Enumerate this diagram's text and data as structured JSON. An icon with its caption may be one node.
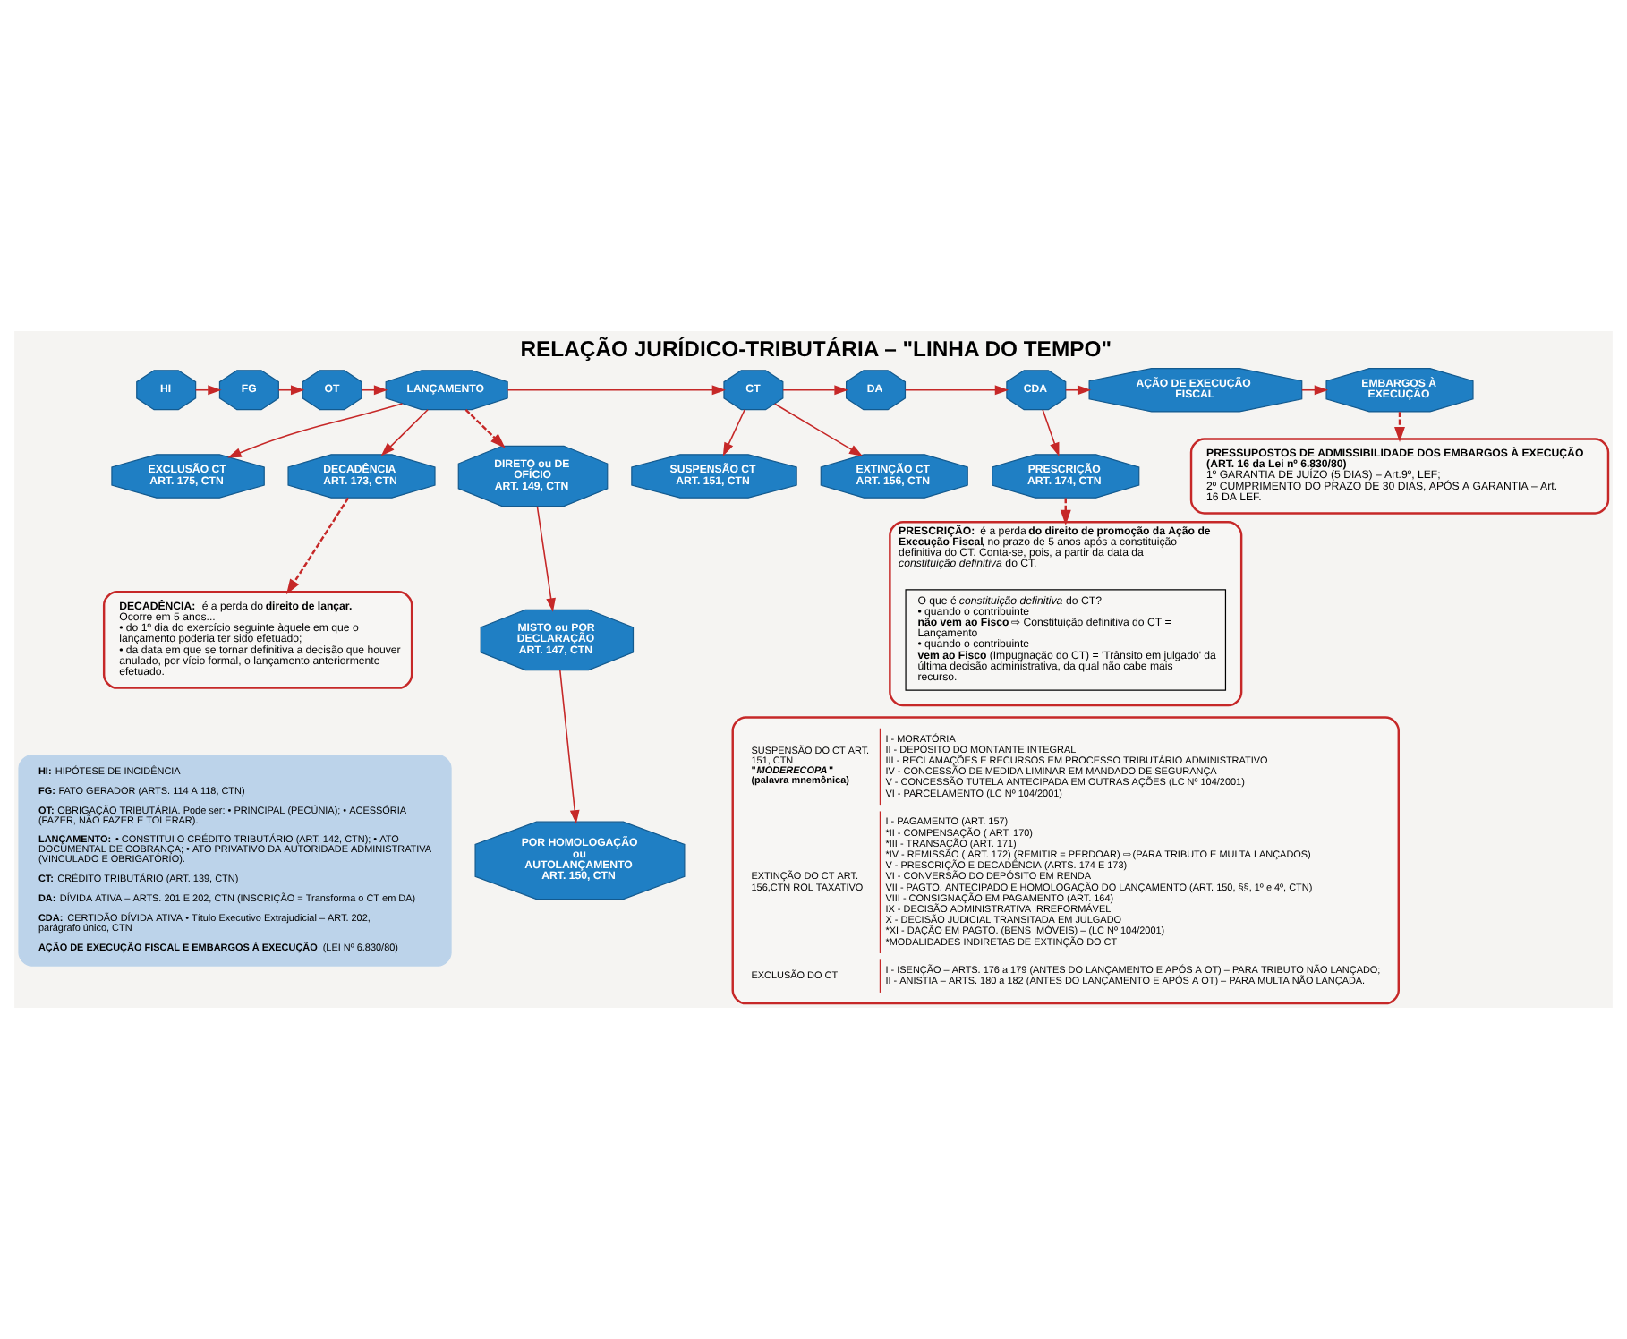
{
  "diagram": {
    "title": "RELAÇÃO JURÍDICO-TRIBUTÁRIA – \"LINHA DO TEMPO\"",
    "nodes": [
      {
        "text": [
          "HI"
        ]
      },
      {
        "text": [
          "FG"
        ]
      },
      {
        "text": [
          "OT"
        ]
      },
      {
        "text": [
          "LANÇAMENTO"
        ]
      },
      {
        "text": [
          "CT"
        ]
      },
      {
        "text": [
          "DA"
        ]
      },
      {
        "text": [
          "CDA"
        ]
      },
      {
        "text": [
          "AÇÃO DE EXECUÇÃO FISCAL"
        ]
      },
      {
        "text": [
          "EMBARGOS À EXECUÇÃO"
        ]
      },
      {
        "text": [
          "EXCLUSÃO CT",
          "ART. 175, CTN"
        ]
      },
      {
        "text": [
          "SUSPENSÃO CT",
          "ART. 151, CTN"
        ]
      },
      {
        "text": [
          "EXTINÇÃO CT",
          "ART. 156, CTN"
        ]
      },
      {
        "text": [
          "**PRESSUPOSTOS DE ADMISSIBILIDADE DOS EMBARGOS À EXECUÇÃO (ART. 16 da Lei nº 6.830/80)**",
          "1º GARANTIA DE JUÍZO (5 DIAS) – Art.9º, LEF;",
          "2º CUMPRIMENTO DO PRAZO DE 30 DIAS, APÓS A GARANTIA – Art. 16 DA LEF."
        ]
      },
      {
        "text": [
          "DECADÊNCIA",
          "ART. 173, CTN"
        ]
      },
      {
        "text": [
          "PRESCRIÇÃO",
          "ART. 174, CTN"
        ]
      },
      {
        "text": [
          "DIRETO ou DE OFÍCIO",
          "ART. 149, CTN"
        ]
      },
      {
        "text": [
          "**DECADÊNCIA:** é a perda do **direito de lançar.**",
          "Ocorre em 5 anos...",
          "• do 1º dia do exercício seguinte àquele em que o lançamento poderia ter sido efetuado;",
          "• da data em que se tornar definitiva a decisão que houver anulado, por vício formal, o lançamento anteriormente efetuado."
        ]
      },
      {
        "text": [
          "MISTO ou POR DECLARAÇÃO",
          "ART. 147, CTN"
        ]
      },
      {
        "text": [
          "**PRESCRIÇÃO:** é a perda **do direito de promoção da Ação de Execução Fiscal**, no prazo de 5 anos após a constituição definitiva do CT. Conta-se, pois, a partir da data da *constituição definitiva* do CT."
        ]
      },
      {
        "text": [
          "O que é *constituição definitiva* do CT?",
          "• quando o contribuinte **não vem ao Fisco** ⇨ Constituição definitiva do CT = Lançamento",
          "• quando o contribuinte **vem ao Fisco** (Impugnação do CT) = 'Trânsito em julgado' da última decisão administrativa, da qual não cabe mais recurso."
        ],
        "in": 18
      },
      {
        "text": [
          "POR HOMOLOGAÇÃO ou AUTOLANÇAMENTO",
          "ART. 150, CTN"
        ]
      },
      {
        "text": [
          "**HI:** HIPÓTESE DE INCIDÊNCIA",
          "**FG:** FATO GERADOR (ARTS. 114 A 118, CTN)",
          "**OT:** OBRIGAÇÃO TRIBUTÁRIA. Pode ser: • PRINCIPAL (PECÚNIA); • ACESSÓRIA (FAZER, NÃO FAZER E TOLERAR).",
          "**LANÇAMENTO:** • CONSTITUI O CRÉDITO TRIBUTÁRIO (ART. 142, CTN); • ATO DOCUMENTAL DE COBRANÇA; • ATO PRIVATIVO DA AUTORIDADE ADMINISTRATIVA (VINCULADO E OBRIGATÓRIO).",
          "**CT:** CRÉDITO TRIBUTÁRIO (ART. 139, CTN)",
          "**DA:** DÍVIDA ATIVA – ARTS. 201 E 202, CTN (INSCRIÇÃO = Transforma o CT em DA)",
          "**CDA:** CERTIDÃO DÍVIDA ATIVA • Título Executivo Extrajudicial – ART. 202, parágrafo único, CTN",
          "**AÇÃO DE EXECUÇÃO FISCAL E EMBARGOS À EXECUÇÃO** (LEI Nº 6.830/80)"
        ]
      },
      {
        "text": [
          "SUSPENSÃO DO CT ART. 151, CTN",
          "\"*MODERECOPA*\" (palavra mnemônica)",
          "I - MORATÓRIA",
          "II - DEPÓSITO DO MONTANTE INTEGRAL",
          "III - RECLAMAÇÕES E RECURSOS EM PROCESSO TRIBUTÁRIO ADMINISTRATIVO",
          "IV - CONCESSÃO DE MEDIDA LIMINAR EM MANDADO DE SEGURANÇA",
          "V - CONCESSÃO TUTELA ANTECIPADA EM OUTRAS AÇÕES (LC Nº 104/2001)",
          "VI - PARCELAMENTO (LC Nº 104/2001)",
          "EXTINÇÃO DO CT ART. 156,CTN ROL TAXATIVO",
          "I - PAGAMENTO (ART. 157)",
          "*II - COMPENSAÇÃO ( ART. 170)",
          "*III - TRANSAÇÃO (ART. 171)",
          "*IV - REMISSÃO ( ART. 172) (REMITIR = PERDOAR) ⇨ (PARA TRIBUTO E MULTA LANÇADOS)",
          "V - PRESCRIÇÃO E DECADÊNCIA (ARTS. 174 E 173)",
          "VI - CONVERSÃO DO DEPÓSITO EM RENDA",
          "VII - PAGTO. ANTECIPADO E HOMOLOGAÇÃO DO LANÇAMENTO (ART. 150, §§, 1º e 4º, CTN)",
          "VIII - CONSIGNAÇÃO EM PAGAMENTO (ART. 164)",
          "IX - DECISÃO ADMINISTRATIVA IRREFORMÁVEL",
          "X - DECISÃO JUDICIAL TRANSITADA EM JULGADO",
          "*XI - DAÇÃO EM PAGTO. (BENS IMÓVEIS) – (LC Nº 104/2001)",
          "*MODALIDADES INDIRETAS DE EXTINÇÃO DO CT",
          "EXCLUSÃO DO CT",
          "I - ISENÇÃO – ARTS. 176 a 179 (ANTES DO LANÇAMENTO E APÓS A OT) – PARA TRIBUTO NÃO LANÇADO;",
          "II - ANISTIA – ARTS. 180 a 182 (ANTES DO LANÇAMENTO E APÓS A OT) – PARA MULTA NÃO LANÇADA."
        ]
      }
    ],
    "edges": [
      {
        "from": 0,
        "to": 1,
        "arrow": "to"
      },
      {
        "from": 1,
        "to": 2,
        "arrow": "to"
      },
      {
        "from": 2,
        "to": 3,
        "arrow": "to"
      },
      {
        "from": 3,
        "to": 4,
        "arrow": "to"
      },
      {
        "from": 4,
        "to": 5,
        "arrow": "to"
      },
      {
        "from": 5,
        "to": 6,
        "arrow": "to"
      },
      {
        "from": 6,
        "to": 7,
        "arrow": "to"
      },
      {
        "from": 7,
        "to": 8,
        "arrow": "to"
      },
      {
        "from": 3,
        "to": 9,
        "arrow": "to"
      },
      {
        "from": 4,
        "to": 10,
        "arrow": "to"
      },
      {
        "from": 4,
        "to": 11,
        "arrow": "to"
      },
      {
        "from": 8,
        "to": 12,
        "arrow": "to",
        "style": "dashed"
      },
      {
        "from": 3,
        "to": 13,
        "arrow": "to"
      },
      {
        "from": 6,
        "to": 14,
        "arrow": "to"
      },
      {
        "from": 3,
        "to": 15,
        "arrow": "to",
        "style": "dashed"
      },
      {
        "from": 13,
        "to": 16,
        "arrow": "to",
        "style": "dashed"
      },
      {
        "from": 15,
        "to": 17,
        "arrow": "to"
      },
      {
        "from": 14,
        "to": 18,
        "arrow": "to",
        "style": "dashed"
      },
      {
        "from": 17,
        "to": 20,
        "arrow": "to"
      }
    ]
  }
}
